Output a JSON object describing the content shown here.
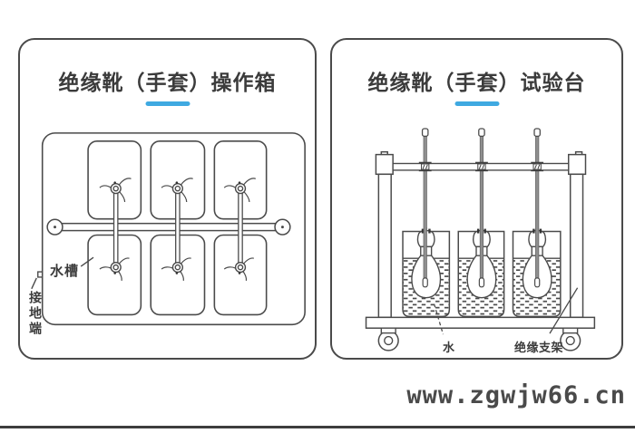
{
  "left_panel": {
    "title": "绝缘靴（手套）操作箱",
    "labels": {
      "water_tank": "水槽",
      "ground_terminal": "接地端"
    }
  },
  "right_panel": {
    "title": "绝缘靴（手套）试验台",
    "labels": {
      "water": "水",
      "insulating_bracket": "绝缘支架"
    }
  },
  "watermark": {
    "url": "www.zgwjw66.cn"
  },
  "colors": {
    "accent_blue": "#3FA9E1",
    "line": "#4a4a4a",
    "title_text": "#3b3b3b",
    "rod_gray": "#8f8f8f"
  }
}
